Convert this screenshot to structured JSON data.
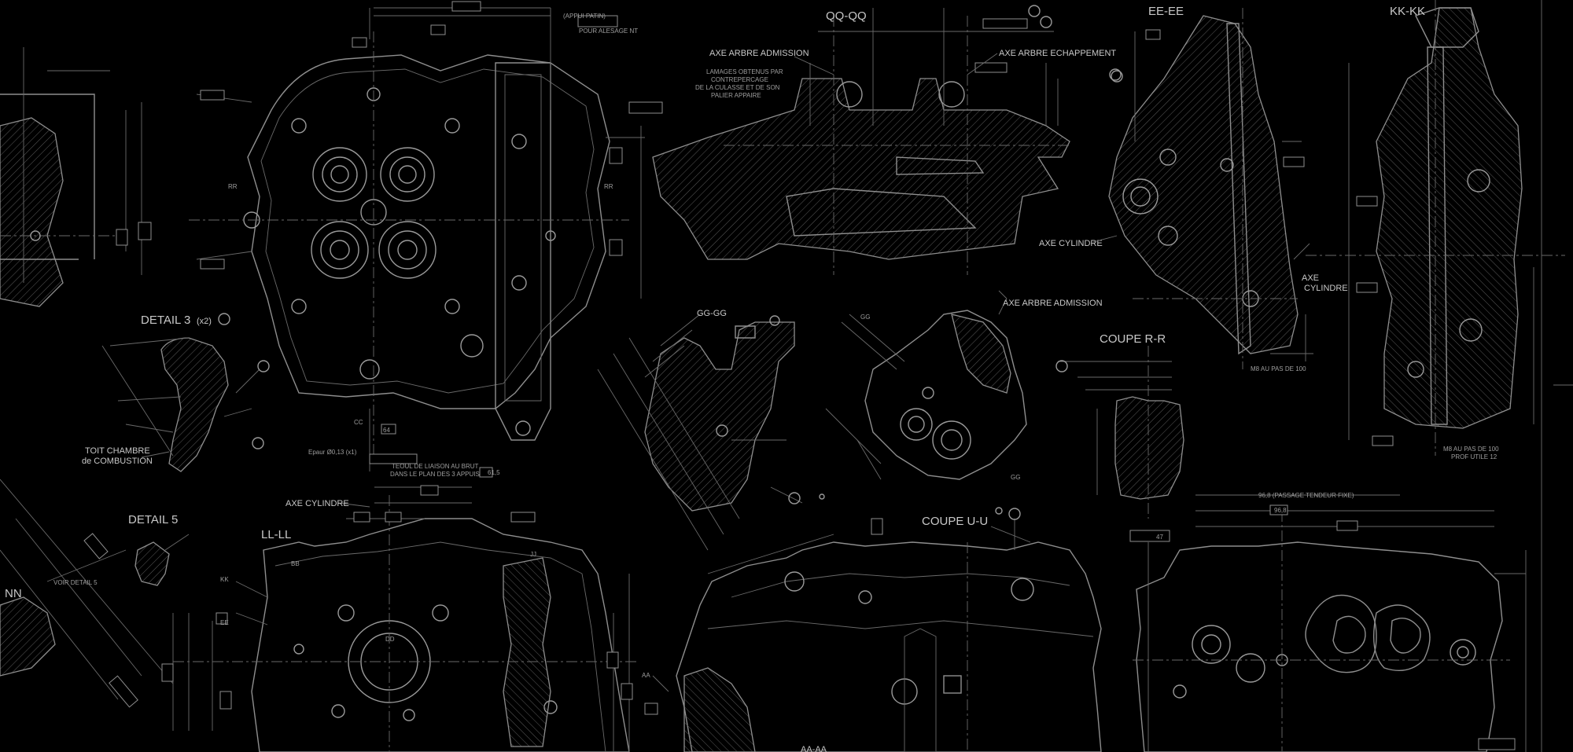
{
  "sheet": {
    "background": "#000000",
    "line_color": "#8e8e8e",
    "text_color": "#c8c8c8"
  },
  "labels": {
    "qq": "QQ-QQ",
    "ee": "EE-EE",
    "kk": "KK-KK",
    "gg_section": "GG-GG",
    "coupe_rr": "COUPE R-R",
    "coupe_uu": "COUPE U-U",
    "ll": "LL-LL",
    "detail3": "DETAIL 3",
    "detail3_scale": "(x2)",
    "detail5": "DETAIL 5",
    "nn": "NN",
    "axe_admission_top": "AXE ARBRE ADMISSION",
    "axe_echappement": "AXE ARBRE ECHAPPEMENT",
    "axe_admission_mid": "AXE ARBRE ADMISSION",
    "axe_cylindre_left": "AXE CYLINDRE",
    "axe_cylindre_ee": "AXE CYLINDRE",
    "axe_cylindre_kk_1": "AXE",
    "axe_cylindre_kk_2": "CYLINDRE",
    "toit_1": "TOIT CHAMBRE",
    "toit_2": "de COMBUSTION",
    "rr_left": "RR",
    "rr_right": "RR",
    "gg_small": "GG",
    "gg_small2": "GG",
    "ee_bubble": "EE",
    "dd": "DD",
    "jj": "JJ",
    "kk_small": "KK",
    "bb": "BB",
    "cc": "CC",
    "aa": "AA",
    "aa_bottom": "AA-AA",
    "dim_64": "64",
    "dim_61": "61,5",
    "dim_96": "96,8",
    "dim_47": "47"
  },
  "dimension_notes": {
    "passage": "96,8 (PASSAGE TENDEUR FIXE)",
    "lamages_1": "LAMAGES OBTENUS PAR",
    "lamages_2": "CONTREPERCAGE",
    "lamages_3": "DE LA CULASSE ET DE SON",
    "lamages_4": "PALIER APPAIRE",
    "appui": "(APPUI PATIN)",
    "alesage": "POUR ALESAGE NT",
    "voir_detail": "VOIR DETAIL 5",
    "epaisseur": "Epaur Ø0,13 (x1)",
    "tecou": "TEOUL DE LIAISON AU BRUT",
    "dans_plan": "DANS LE PLAN DES 3 APPUIS",
    "m8": "M8 AU PAS DE 100",
    "prof": "PROF UTILE 12"
  }
}
